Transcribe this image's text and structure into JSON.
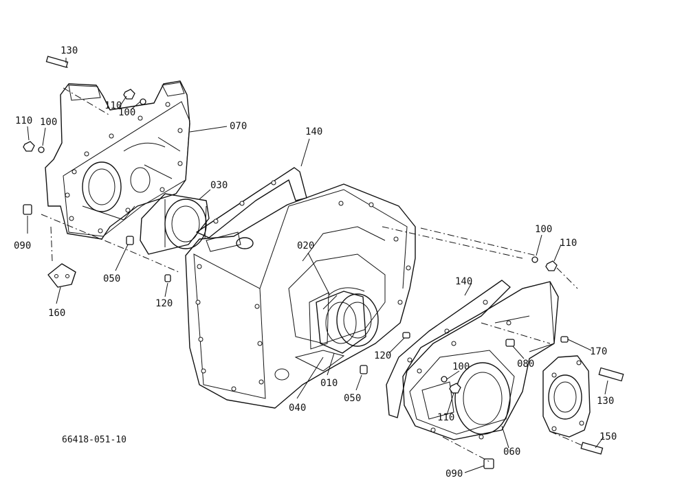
{
  "diagram": {
    "reference_code": "66418-051-10",
    "callouts": {
      "p130_top": "130",
      "p110_left": "110",
      "p100_left": "100",
      "p110_mid": "110",
      "p100_mid": "100",
      "p070": "070",
      "p140_top": "140",
      "p030": "030",
      "p090_left": "090",
      "p050_left": "050",
      "p120_left": "120",
      "p160": "160",
      "p020": "020",
      "p010": "010",
      "p040": "040",
      "p050_right": "050",
      "p100_right": "100",
      "p110_right": "110",
      "p140_right": "140",
      "p120_right": "120",
      "p080": "080",
      "p170": "170",
      "p100_lower": "100",
      "p110_lower": "110",
      "p130_right": "130",
      "p150": "150",
      "p060": "060",
      "p090_bottom": "090"
    }
  }
}
